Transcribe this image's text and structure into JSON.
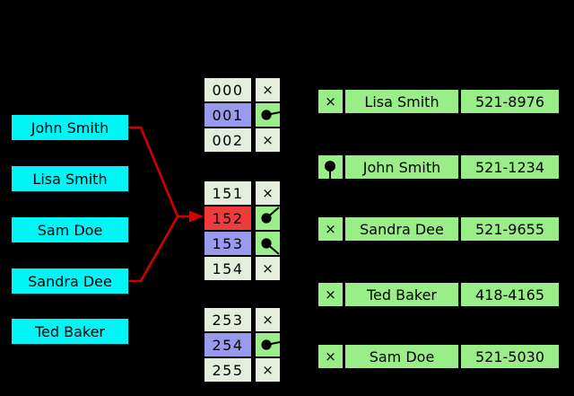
{
  "diagram_type": "hash-table-separate-chaining",
  "colors": {
    "background": "#000000",
    "key_fill": "#00f6f6",
    "bucket_empty_fill": "#e4eedd",
    "bucket_occupied_fill": "#9999ee",
    "bucket_collision_fill": "#ee3b3b",
    "pointer_cell_fill": "#99ee88",
    "entry_fill": "#99ee88",
    "arrow_red": "#d40000",
    "text": "#000000"
  },
  "keys": [
    {
      "label": "John Smith"
    },
    {
      "label": "Lisa Smith"
    },
    {
      "label": "Sam Doe"
    },
    {
      "label": "Sandra Dee"
    },
    {
      "label": "Ted Baker"
    }
  ],
  "bucket_groups": [
    {
      "rows": [
        {
          "index": "000",
          "state": "empty",
          "symbol": "×"
        },
        {
          "index": "001",
          "state": "occupied",
          "symbol": "●"
        },
        {
          "index": "002",
          "state": "empty",
          "symbol": "×"
        }
      ]
    },
    {
      "rows": [
        {
          "index": "151",
          "state": "empty",
          "symbol": "×"
        },
        {
          "index": "152",
          "state": "collision",
          "symbol": "●"
        },
        {
          "index": "153",
          "state": "occupied",
          "symbol": "●"
        },
        {
          "index": "154",
          "state": "empty",
          "symbol": "×"
        }
      ]
    },
    {
      "rows": [
        {
          "index": "253",
          "state": "empty",
          "symbol": "×"
        },
        {
          "index": "254",
          "state": "occupied",
          "symbol": "●"
        },
        {
          "index": "255",
          "state": "empty",
          "symbol": "×"
        }
      ]
    }
  ],
  "entries": [
    {
      "pointer": "×",
      "name": "Lisa Smith",
      "phone": "521-8976"
    },
    {
      "pointer": "●",
      "name": "John Smith",
      "phone": "521-1234"
    },
    {
      "pointer": "×",
      "name": "Sandra Dee",
      "phone": "521-9655"
    },
    {
      "pointer": "×",
      "name": "Ted Baker",
      "phone": "418-4165"
    },
    {
      "pointer": "×",
      "name": "Sam Doe",
      "phone": "521-5030"
    }
  ],
  "links": {
    "red_arrows": [
      {
        "from_key": "John Smith",
        "to_bucket": "152"
      },
      {
        "from_key": "Sandra Dee",
        "to_bucket": "152"
      }
    ],
    "bucket_pointers": [
      {
        "bucket": "001",
        "entry": "Lisa Smith"
      },
      {
        "bucket": "152",
        "entry": "John Smith"
      },
      {
        "bucket": "153",
        "entry": "Ted Baker"
      },
      {
        "bucket": "254",
        "entry": "Sam Doe"
      }
    ],
    "entry_chain": [
      {
        "from_entry": "John Smith",
        "to_entry": "Sandra Dee"
      }
    ]
  }
}
